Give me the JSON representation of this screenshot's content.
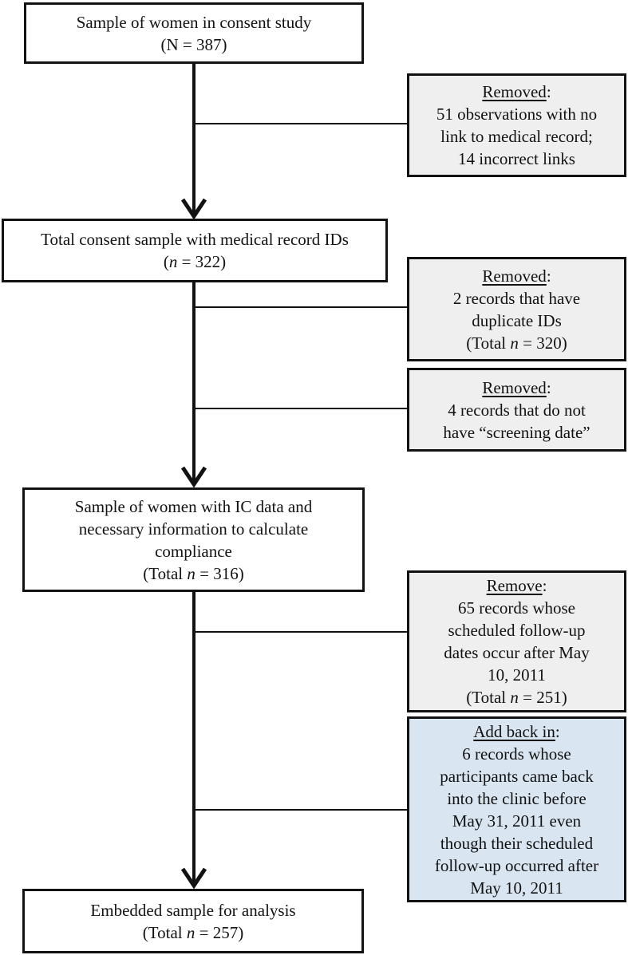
{
  "main_boxes": {
    "consent_study": {
      "line1": "Sample of women in consent study",
      "line2": "(N = 387)"
    },
    "medical_record_ids": {
      "line1": "Total consent sample with medical record IDs",
      "count_pre": "(",
      "count_n": "n",
      "count_post": " = 322)"
    },
    "ic_data": {
      "line1": "Sample of women with IC data and",
      "line2": "necessary information to calculate",
      "line3": "compliance",
      "count_pre": "(Total ",
      "count_n": "n",
      "count_post": " = 316)"
    },
    "embedded_sample": {
      "line1": "Embedded sample for analysis",
      "count_pre": "(Total ",
      "count_n": "n",
      "count_post": " = 257)"
    }
  },
  "side_boxes": {
    "removed_no_link": {
      "heading": "Removed",
      "colon": ":",
      "line1": "51 observations with no",
      "line2": "link to medical record;",
      "line3": "14 incorrect links"
    },
    "removed_duplicates": {
      "heading": "Removed",
      "colon": ":",
      "line1": "2 records that have",
      "line2": "duplicate IDs",
      "count_pre": "(Total ",
      "count_n": "n",
      "count_post": " = 320)"
    },
    "removed_no_screening_date": {
      "heading": "Removed",
      "colon": ":",
      "line1": "4 records that do not",
      "line2": "have “screening date”"
    },
    "remove_followup_after_may10": {
      "heading": "Remove",
      "colon": ":",
      "line1": "65 records whose",
      "line2": "scheduled follow-up",
      "line3": "dates occur after May",
      "line4": "10, 2011",
      "count_pre": "(Total ",
      "count_n": "n",
      "count_post": " = 251)"
    },
    "add_back_in": {
      "heading": "Add back in",
      "colon": ":",
      "line1": "6 records whose",
      "line2": "participants came back",
      "line3": "into the clinic before",
      "line4": "May 31, 2011 even",
      "line5": "though their scheduled",
      "line6": "follow-up occurred after",
      "line7": "May 10, 2011"
    }
  },
  "colors": {
    "box_border": "#121212",
    "side_box_fill": "#efefef",
    "highlight_box_fill": "#d9e5f1",
    "connector": "#121212"
  }
}
